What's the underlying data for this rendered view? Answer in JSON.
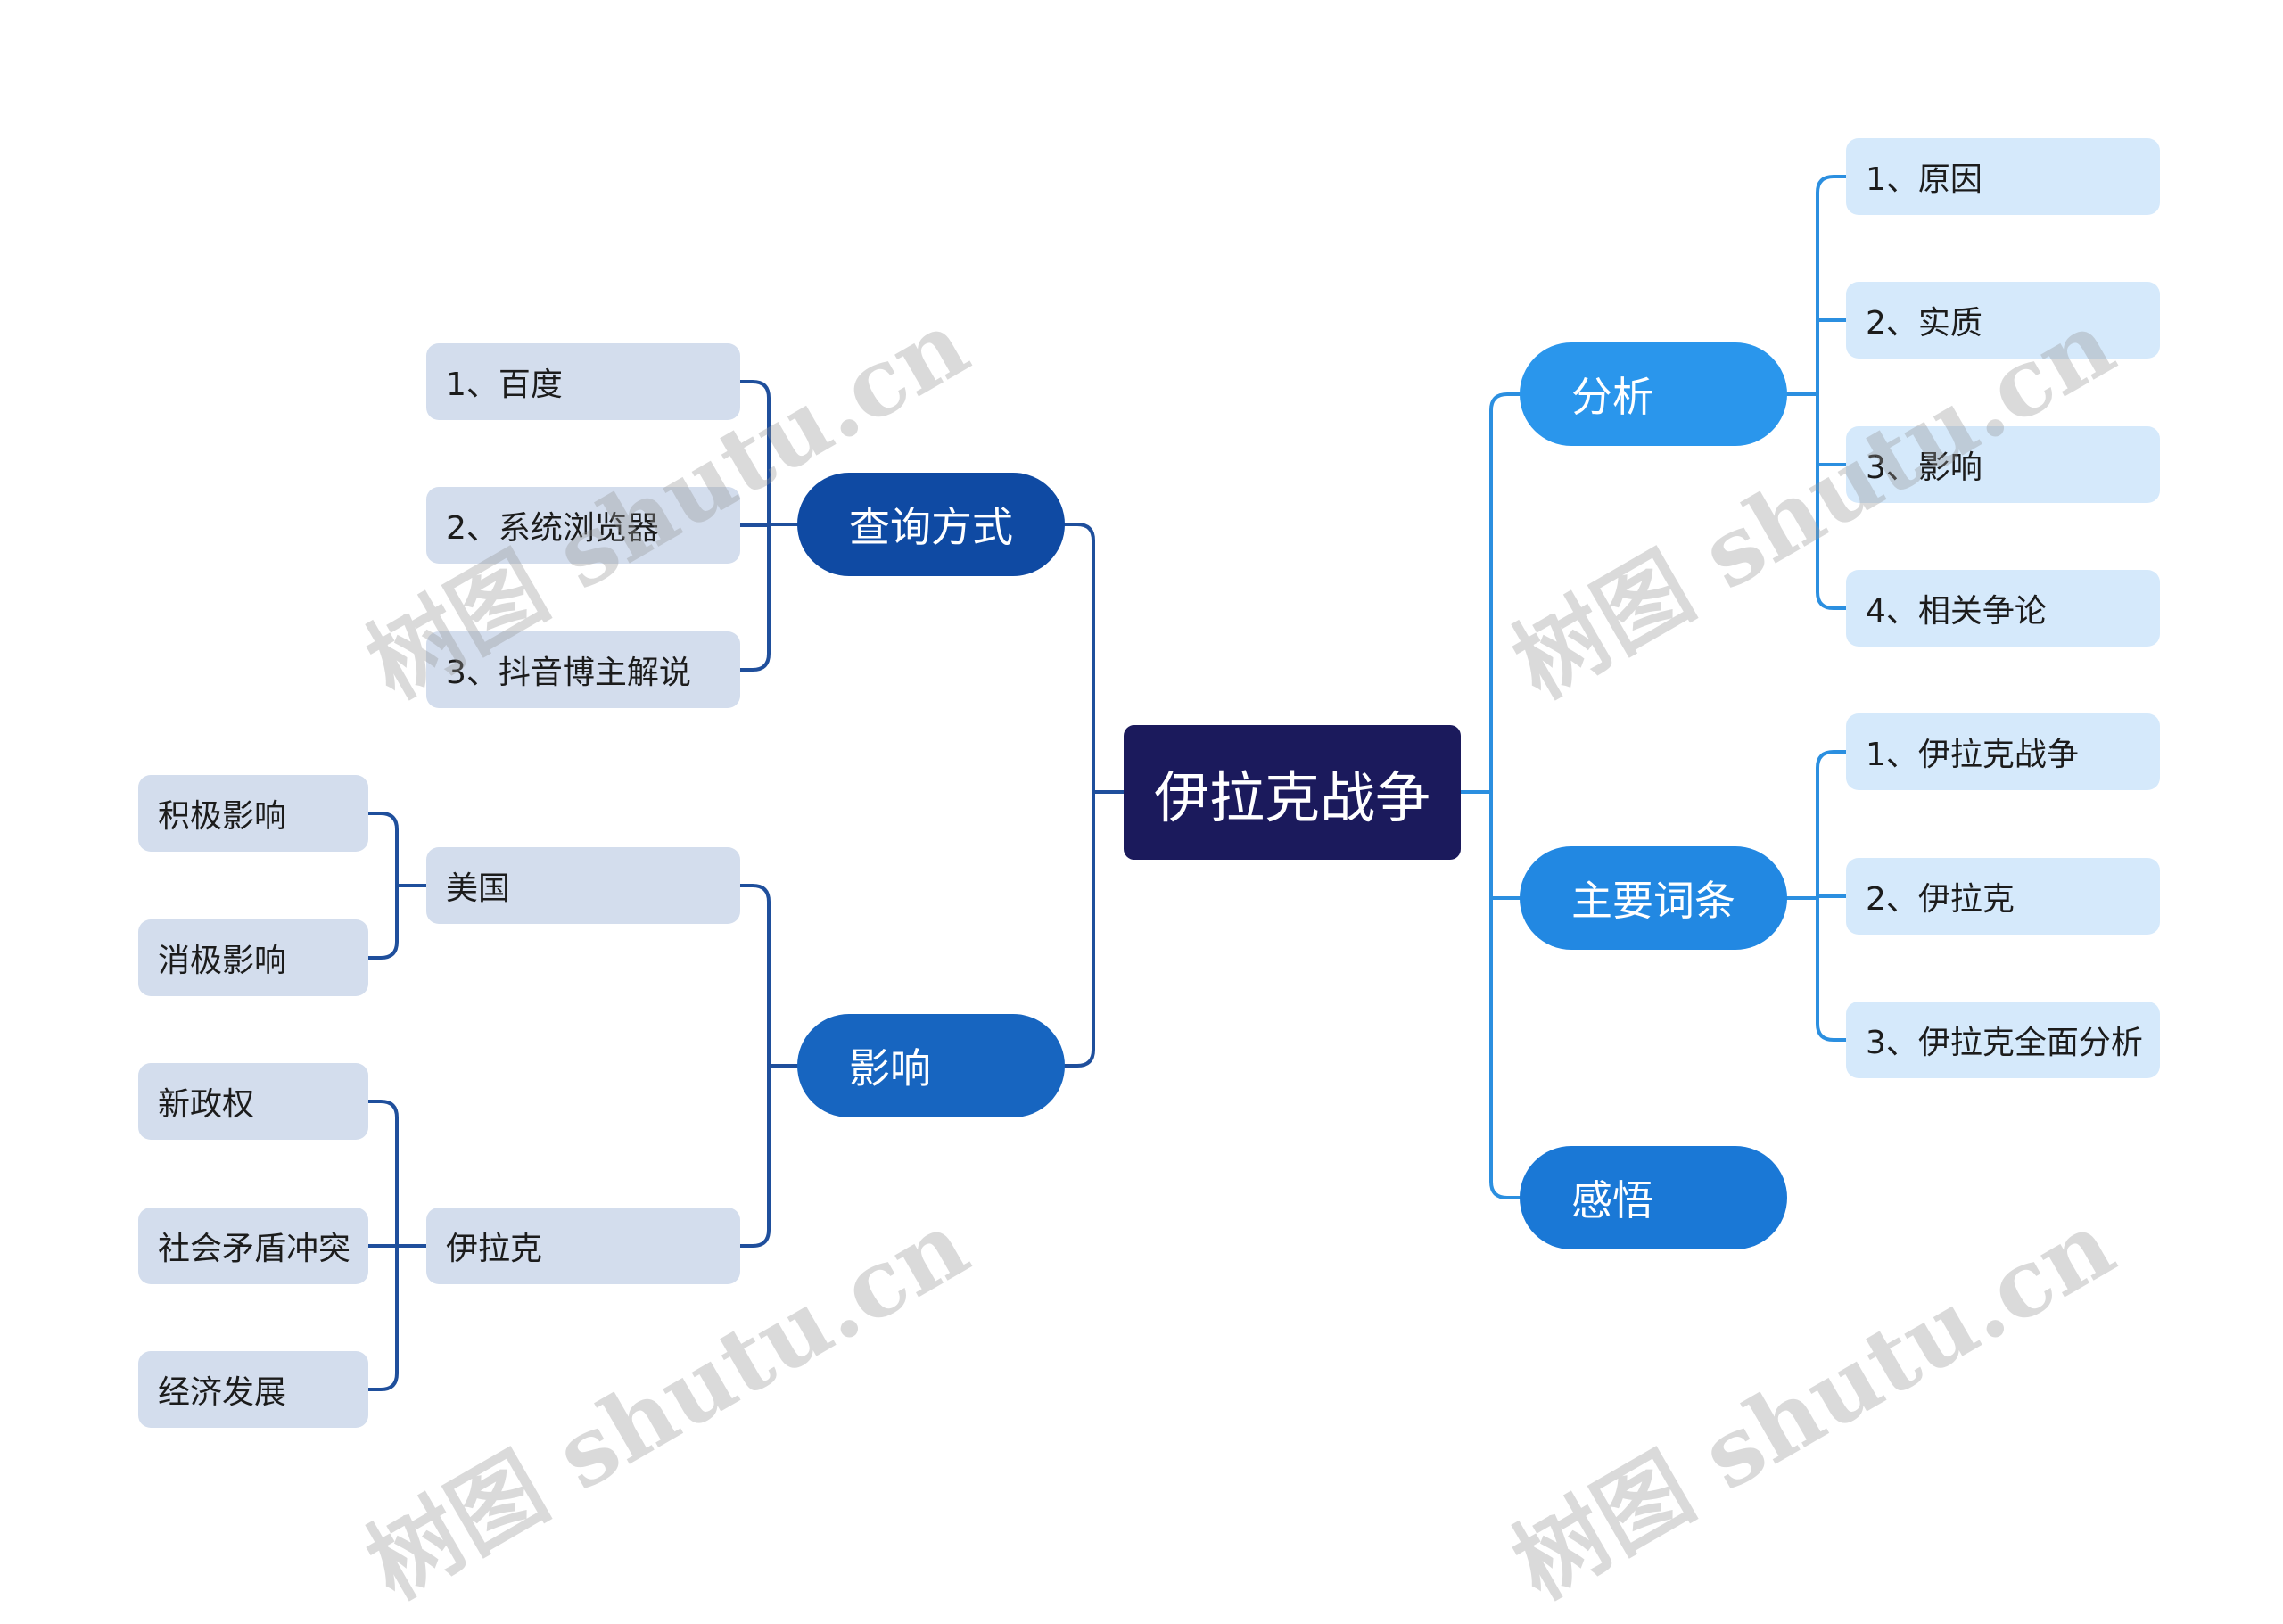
{
  "root": {
    "label": "伊拉克战争",
    "color": "#1b1a5c"
  },
  "left": [
    {
      "label": "查询方式",
      "color": "#0f4aa3",
      "children": [
        {
          "label": "1、百度"
        },
        {
          "label": "2、系统浏览器"
        },
        {
          "label": "3、抖音博主解说"
        }
      ]
    },
    {
      "label": "影响",
      "color": "#1765c0",
      "children": [
        {
          "label": "美国",
          "children": [
            {
              "label": "积极影响"
            },
            {
              "label": "消极影响"
            }
          ]
        },
        {
          "label": "伊拉克",
          "children": [
            {
              "label": "新政权"
            },
            {
              "label": "社会矛盾冲突"
            },
            {
              "label": "经济发展"
            }
          ]
        }
      ]
    }
  ],
  "right": [
    {
      "label": "分析",
      "color": "#2a96ec",
      "children": [
        {
          "label": "1、原因"
        },
        {
          "label": "2、实质"
        },
        {
          "label": "3、影响"
        },
        {
          "label": "4、相关争论"
        }
      ]
    },
    {
      "label": "主要词条",
      "color": "#2288e2",
      "children": [
        {
          "label": "1、伊拉克战争"
        },
        {
          "label": "2、伊拉克"
        },
        {
          "label": "3、伊拉克全面分析"
        }
      ]
    },
    {
      "label": "感悟",
      "color": "#1a78d6",
      "children": []
    }
  ],
  "colors": {
    "left_edge": "#1f4f9c",
    "right_edge": "#2b8fe0",
    "leaf_gray": "#d3dded",
    "leaf_blue": "#d5e9fb"
  },
  "watermark": "树图 shutu.cn"
}
